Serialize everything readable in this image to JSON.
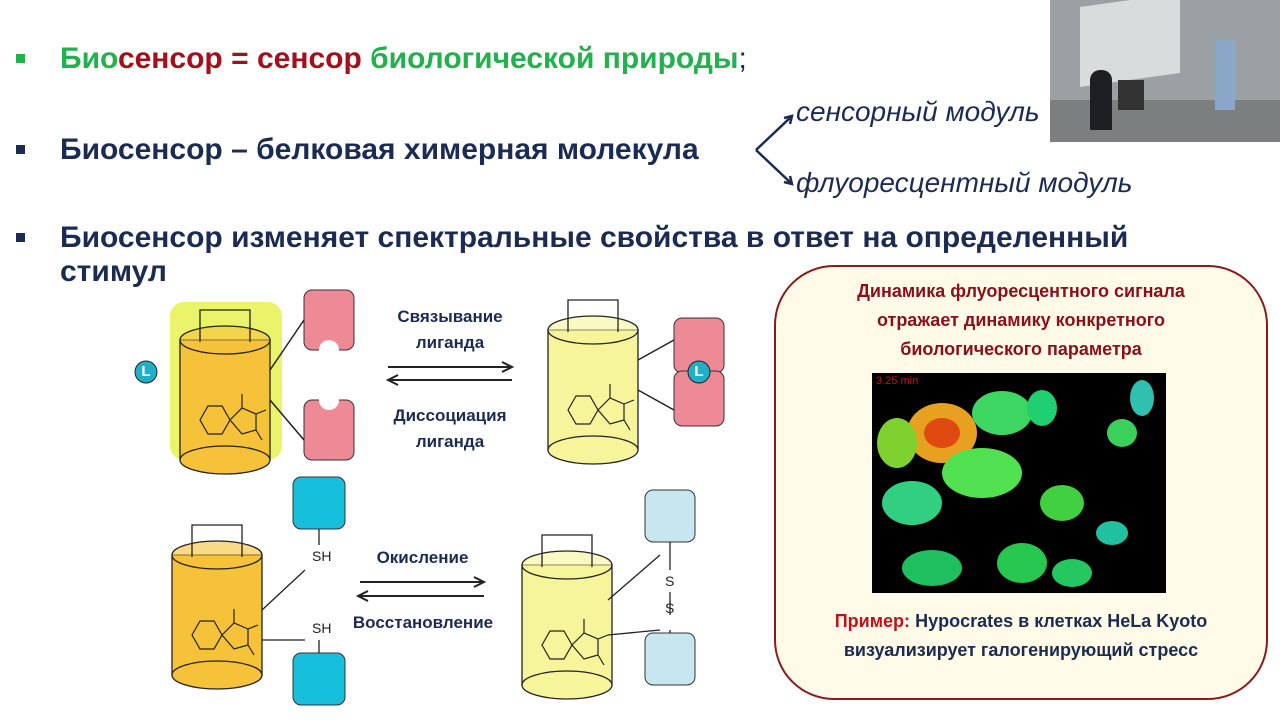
{
  "bullets": [
    {
      "parts": [
        "Био",
        "сенсор",
        " = ",
        "сенсор",
        " биологической природы",
        ";"
      ]
    },
    {
      "text": "Биосенсор – белковая химерная молекула"
    },
    {
      "line1": "Биосенсор изменяет спектральные свойства в ответ на определенный",
      "line2": "стимул"
    }
  ],
  "branches": [
    "сенсорный модуль",
    "флуоресцентный модуль"
  ],
  "diagram": {
    "ligand_symbol": "L",
    "binding": "Связывание",
    "binding2": "лиганда",
    "dissociation": "Диссоциация",
    "dissociation2": "лиганда",
    "sh": "SH",
    "s": "S",
    "oxidation": "Окисление",
    "reduction": "Восстановление"
  },
  "card": {
    "title": [
      "Динамика флуоресцентного сигнала",
      "отражает динамику конкретного",
      "биологического параметра"
    ],
    "time_label": "3.25 min",
    "example_label": "Пример:",
    "example_text": "Hypocrates в клетках HeLa Kyoto",
    "example_text2": "визуализирует галогенирующий стресс"
  },
  "colors": {
    "green": "#22b14c",
    "red": "#a50f1a",
    "navy": "#1c2b52",
    "card_border": "#8b1a1a"
  }
}
